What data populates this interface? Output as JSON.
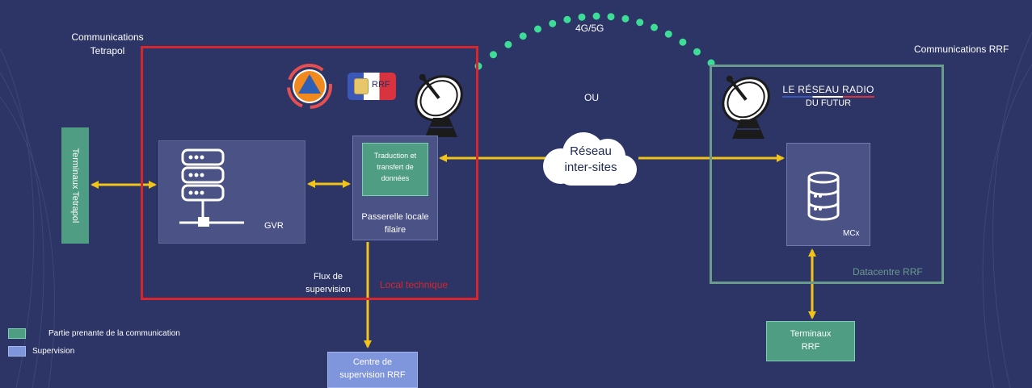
{
  "labels": {
    "communications_tetrapol": "Communications\nTetrapol",
    "communications_rrf": "Communications RRF",
    "link_4g5g": "4G/5G",
    "ou": "OU",
    "reseau_inter_sites": "Réseau\ninter-sites",
    "terminaux_tetrapol": "Terminaux Tetrapol",
    "gvr": "GVR",
    "traduction": "Traduction et\ntransfert de\ndonnées",
    "passerelle": "Passerelle locale\nfilaire",
    "flux_supervision": "Flux de\nsupervision",
    "local_technique": "Local technique",
    "centre_supervision": "Centre de\nsupervision RRF",
    "datacentre": "Datacentre RRF",
    "mcx": "MCx",
    "terminaux_rrf": "Terminaux\nRRF",
    "rrf_logo_line1": "LE RÉSEAU RADIO",
    "rrf_logo_line2": "DU FUTUR",
    "sim_label": "RRF"
  },
  "legend": [
    {
      "label": "Partie prenante de la communication",
      "color": "#4f9e84"
    },
    {
      "label": "Supervision",
      "color": "#7f95dc"
    }
  ],
  "colors": {
    "background": "#2c3566",
    "arrow": "#f2c318",
    "local_technique_border": "#d7262d",
    "datacentre_border": "#6b9a8e",
    "wireless_dots": "#3ddc97"
  },
  "icons": [
    "server-stack-icon",
    "database-icon",
    "satellite-dish-icon",
    "cloud-icon",
    "civil-protection-logo",
    "sim-card-icon"
  ]
}
